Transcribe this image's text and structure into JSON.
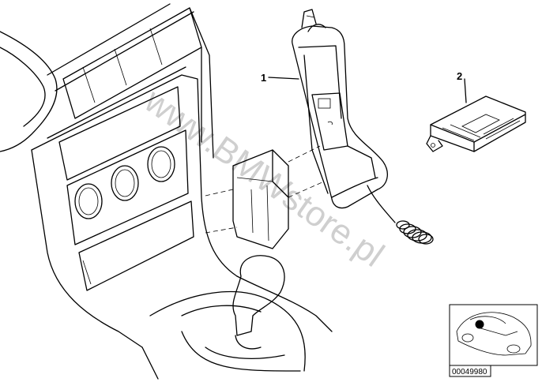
{
  "diagram": {
    "parts": [
      {
        "number": "1",
        "description_icon": "phone-cradle-holder"
      },
      {
        "number": "2",
        "description_icon": "control-module-box"
      }
    ],
    "watermark": "www.BMWstore.pl",
    "reference_number": "00049980",
    "colors": {
      "line": "#000000",
      "watermark": "#cfcfcf",
      "background": "#ffffff"
    }
  }
}
